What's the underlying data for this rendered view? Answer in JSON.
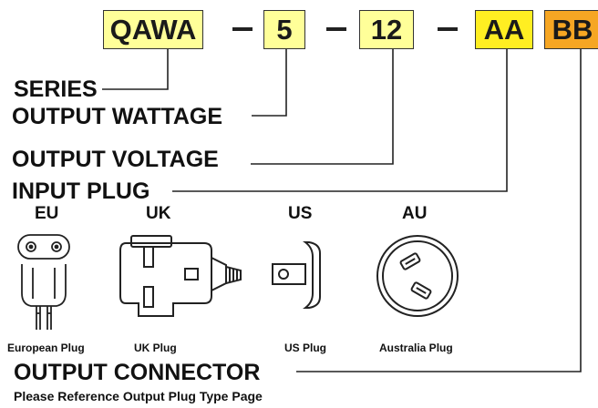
{
  "code_parts": [
    {
      "text": "QAWA",
      "color": "#ffff99"
    },
    {
      "text": "5",
      "color": "#ffff99"
    },
    {
      "text": "12",
      "color": "#ffff99"
    },
    {
      "text": "AA",
      "color": "#ffee22"
    },
    {
      "text": "BB",
      "color": "#f6a623"
    }
  ],
  "dash": "–",
  "labels": {
    "series": "SERIES",
    "output_wattage": "OUTPUT WATTAGE",
    "output_voltage": "OUTPUT VOLTAGE",
    "input_plug": "INPUT PLUG",
    "output_connector": "OUTPUT CONNECTOR",
    "reference_note": "Please Reference Output Plug Type Page"
  },
  "plugs": [
    {
      "code": "EU",
      "caption": "European Plug",
      "icon": "eu-plug-icon"
    },
    {
      "code": "UK",
      "caption": "UK Plug",
      "icon": "uk-plug-icon"
    },
    {
      "code": "US",
      "caption": "US Plug",
      "icon": "us-plug-icon"
    },
    {
      "code": "AU",
      "caption": "Australia Plug",
      "icon": "au-plug-icon"
    }
  ]
}
